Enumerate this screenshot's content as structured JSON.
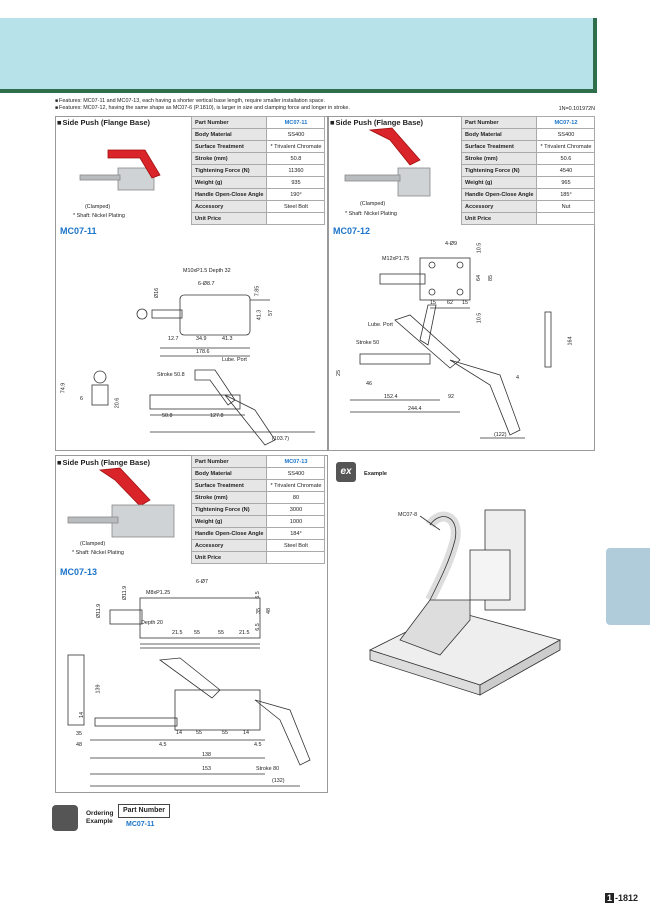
{
  "features": [
    "Features: MC07-11 and MC07-13, each having a shorter vertical base length, require smaller installation space.",
    "Features: MC07-12, having the same shape as MC07-6 (P.1810), is larger in size and clamping force and longer in stroke."
  ],
  "unit_note": "1N=0.101972N",
  "spec_labels": [
    "Part Number",
    "Body Material",
    "Surface Treatment",
    "Stroke (mm)",
    "Tightening Force (N)",
    "Weight (g)",
    "Handle Open-Close Angle",
    "Accessory",
    "Unit Price"
  ],
  "products": [
    {
      "title": "Side Push (Flange Base)",
      "values": [
        "MC07-11",
        "SS400",
        "* Trivalent Chromate",
        "50.8",
        "11360",
        "935",
        "190°",
        "Steel Bolt",
        ""
      ],
      "clamped": "(Clamped)",
      "shaft": "* Shaft: Nickel Plating",
      "section": "MC07-11",
      "dims": [
        "M10xP1.5 Depth 32",
        "6-Ø8.7",
        "Ø16",
        "7.85",
        "41.3",
        "57",
        "12.7",
        "34.9",
        "41.3",
        "178.6",
        "Lube. Port",
        "74.9",
        "Stroke 50.8",
        "20.6",
        "6",
        "50.8",
        "127.8",
        "(103.7)"
      ]
    },
    {
      "title": "Side Push (Flange Base)",
      "values": [
        "MC07-12",
        "SS400",
        "* Trivalent Chromate",
        "50.6",
        "4540",
        "965",
        "185°",
        "Nut",
        ""
      ],
      "clamped": "(Clamped)",
      "shaft": "* Shaft: Nickel Plating",
      "section": "MC07-12",
      "dims": [
        "4-Ø9",
        "M12xP1.75",
        "10.5",
        "64",
        "85",
        "15",
        "62",
        "15",
        "10.5",
        "Lube. Port",
        "Stroke 50",
        "25",
        "46",
        "152.4",
        "92",
        "244.4",
        "4",
        "164",
        "(122)"
      ]
    },
    {
      "title": "Side Push (Flange Base)",
      "values": [
        "MC07-13",
        "SS400",
        "* Trivalent Chromate",
        "80",
        "3000",
        "1000",
        "184°",
        "Steel Bolt",
        ""
      ],
      "clamped": "(Clamped)",
      "shaft": "* Shaft: Nickel Plating",
      "section": "MC07-13",
      "dims": [
        "6-Ø7",
        "M8xP1.25",
        "Ø11.9",
        "Ø11.9",
        "Depth 20",
        "6.5",
        "35",
        "48",
        "21.5",
        "55",
        "55",
        "21.5",
        "6.5",
        "139",
        "14",
        "35",
        "48",
        "4.5",
        "14",
        "55",
        "55",
        "14",
        "4.5",
        "138",
        "153",
        "Stroke 80",
        "(132)"
      ]
    }
  ],
  "example": {
    "label": "Example",
    "callout": "MC07-8"
  },
  "ordering": {
    "label_line1": "Ordering",
    "label_line2": "Example",
    "header": "Part Number",
    "value": "MC07-11"
  },
  "page_number": {
    "prefix": "1",
    "number": "-1812"
  }
}
